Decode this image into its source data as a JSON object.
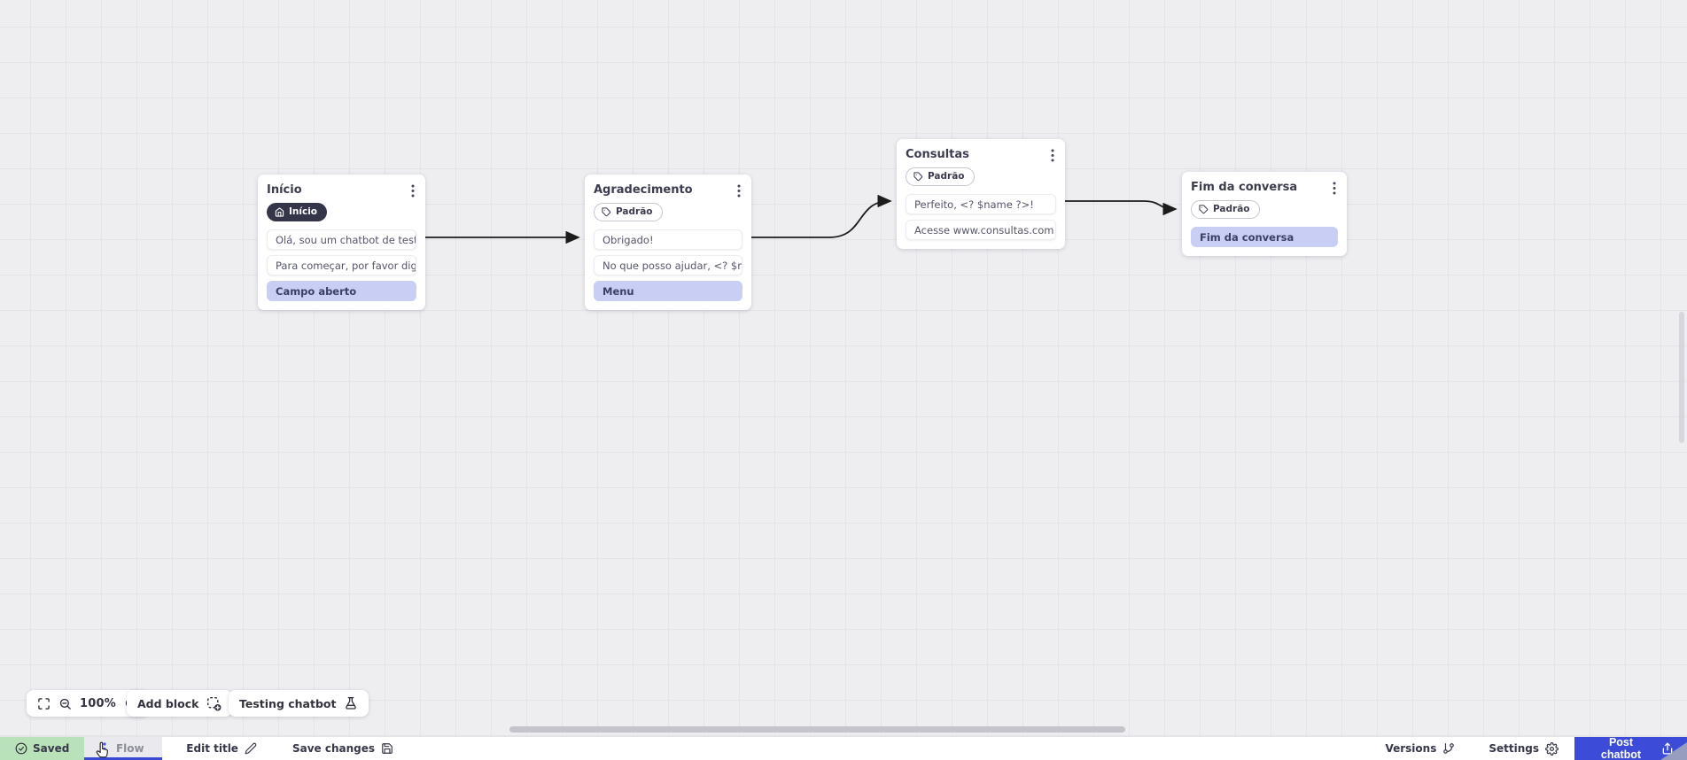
{
  "canvas": {
    "nodes": [
      {
        "title": "Início",
        "badge": "Início",
        "badge_icon": "home-icon",
        "rows": [
          {
            "text": "Olá, sou um chatbot de teste!",
            "kind": "message"
          },
          {
            "text": "Para começar, por favor digite o ...",
            "kind": "message"
          },
          {
            "text": "Campo aberto",
            "kind": "input"
          }
        ]
      },
      {
        "title": "Agradecimento",
        "badge": "Padrão",
        "badge_icon": "tag-icon",
        "rows": [
          {
            "text": "Obrigado!",
            "kind": "message"
          },
          {
            "text": "No que posso ajudar, <? $name ...",
            "kind": "message"
          },
          {
            "text": "Menu",
            "kind": "input"
          }
        ]
      },
      {
        "title": "Consultas",
        "badge": "Padrão",
        "badge_icon": "tag-icon",
        "rows": [
          {
            "text": "Perfeito, <? $name ?>!",
            "kind": "message"
          },
          {
            "text": "Acesse www.consultas.com par...",
            "kind": "message"
          }
        ]
      },
      {
        "title": "Fim da conversa",
        "badge": "Padrão",
        "badge_icon": "tag-icon",
        "rows": [
          {
            "text": "Fim da conversa",
            "kind": "input"
          }
        ]
      }
    ]
  },
  "toolbar": {
    "zoom_level": "100%",
    "add_block_label": "Add block",
    "testing_chatbot_label": "Testing chatbot"
  },
  "statusbar": {
    "saved_label": "Saved",
    "flow_tab_label": "Flow",
    "edit_title_label": "Edit title",
    "save_changes_label": "Save changes",
    "versions_label": "Versions",
    "settings_label": "Settings",
    "post_chatbot_label": "Post chatbot"
  },
  "colors": {
    "accent_blue": "#3c4cd9",
    "tab_underline": "#3a49d3",
    "saved_green": "#b9e2b8",
    "highlight_row": "#c9cef5",
    "badge_dark": "#35354a",
    "canvas_bg": "#eeedf0",
    "grid_line": "#e3e3e8",
    "arrow": "#1c1c1c"
  }
}
